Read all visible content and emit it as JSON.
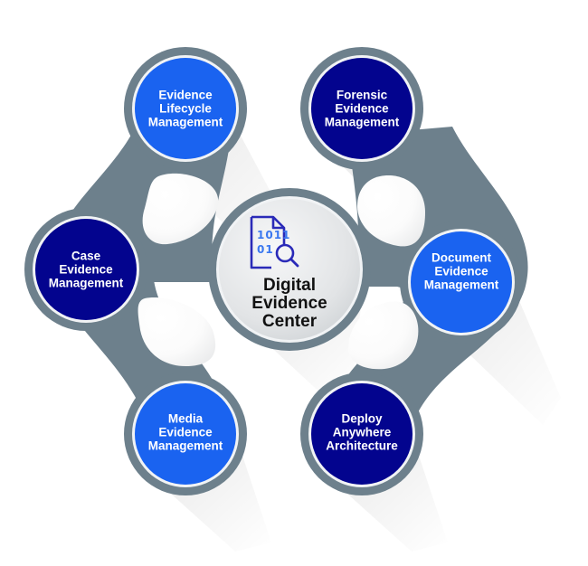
{
  "diagram": {
    "title": "Digital Evidence Center",
    "center": {
      "label_lines": [
        "Digital",
        "Evidence",
        "Center"
      ],
      "icon": "binary-document-search-icon",
      "icon_text_row1": "1011",
      "icon_text_row2": "01",
      "icon_color": "#2a2ab8",
      "disc_color": "#e4e6e8",
      "text_color": "#111111"
    },
    "nodes": [
      {
        "id": "evidence-lifecycle-management",
        "label_lines": [
          "Evidence",
          "Lifecycle",
          "Management"
        ],
        "position": "top-left",
        "color": "#1a63f0"
      },
      {
        "id": "forensic-evidence-management",
        "label_lines": [
          "Forensic",
          "Evidence",
          "Management"
        ],
        "position": "top-right",
        "color": "#03048e"
      },
      {
        "id": "case-evidence-management",
        "label_lines": [
          "Case",
          "Evidence",
          "Management"
        ],
        "position": "left",
        "color": "#03048e"
      },
      {
        "id": "document-evidence-management",
        "label_lines": [
          "Document",
          "Evidence",
          "Management"
        ],
        "position": "right",
        "color": "#1a63f0"
      },
      {
        "id": "media-evidence-management",
        "label_lines": [
          "Media",
          "Evidence",
          "Management"
        ],
        "position": "bottom-left",
        "color": "#1a63f0"
      },
      {
        "id": "deploy-anywhere-architecture",
        "label_lines": [
          "Deploy",
          "Anywhere",
          "Architecture"
        ],
        "position": "bottom-right",
        "color": "#03048e"
      }
    ],
    "colors": {
      "frame": "#6d808c",
      "frame_dark": "#56656f",
      "ring_highlight": "#f2f4f6",
      "background": "#ffffff"
    }
  }
}
